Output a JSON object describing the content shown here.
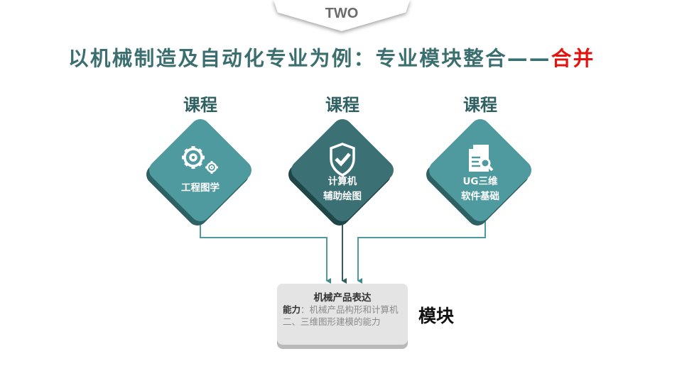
{
  "section_tab": "TWO",
  "title": {
    "main": "以机械制造及自动化专业为例：专业模块整合——",
    "highlight": "合并"
  },
  "courses": [
    {
      "label": "课程",
      "lines": [
        "工程图学"
      ],
      "icon": "gears-icon",
      "color": "#4e9a9e"
    },
    {
      "label": "课程",
      "lines": [
        "计算机",
        "辅助绘图"
      ],
      "icon": "shield-check-icon",
      "color": "#3b7174"
    },
    {
      "label": "课程",
      "lines": [
        "UG三维",
        "软件基础"
      ],
      "icon": "document-search-icon",
      "color": "#4e9a9e"
    }
  ],
  "module": {
    "title": "机械产品表达",
    "ability_label": "能力",
    "ability_text": "：机械产品构形和计算机二、三维图形建模的能力",
    "tag": "模块"
  }
}
